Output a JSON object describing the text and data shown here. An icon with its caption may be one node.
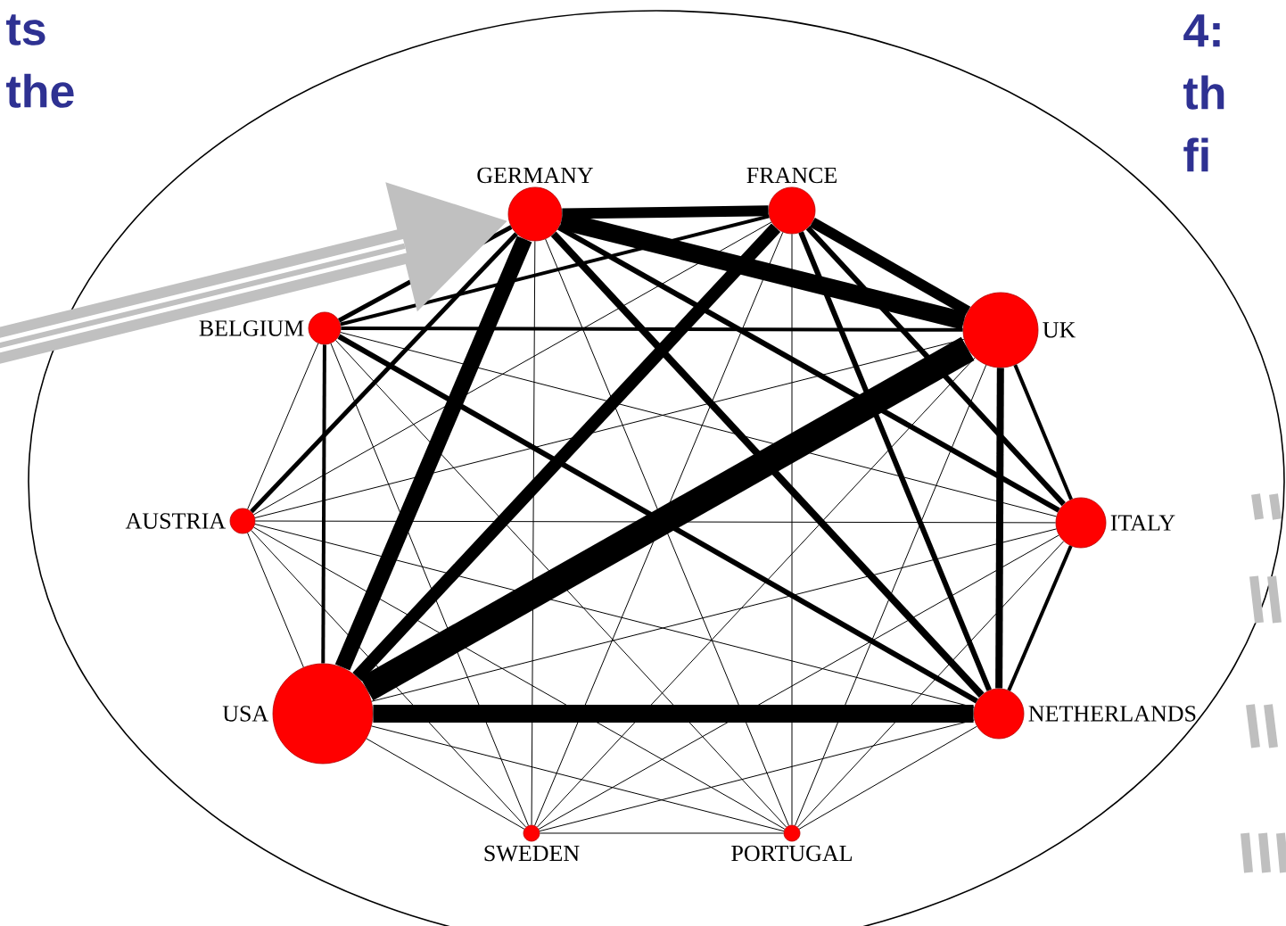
{
  "diagram": {
    "nodes": [
      {
        "text": [
          "GERMANY"
        ]
      },
      {
        "text": [
          "FRANCE"
        ]
      },
      {
        "text": [
          "UK"
        ]
      },
      {
        "text": [
          "ITALY"
        ]
      },
      {
        "text": [
          "NETHERLANDS"
        ]
      },
      {
        "text": [
          "PORTUGAL"
        ]
      },
      {
        "text": [
          "SWEDEN"
        ]
      },
      {
        "text": [
          "USA"
        ]
      },
      {
        "text": [
          "AUSTRIA"
        ]
      },
      {
        "text": [
          "BELGIUM"
        ]
      }
    ],
    "edges": [
      {
        "from": 0,
        "to": 1,
        "arrow": "none",
        "style": "thick"
      },
      {
        "from": 0,
        "to": 2,
        "arrow": "none",
        "style": "thick"
      },
      {
        "from": 0,
        "to": 3,
        "arrow": "none",
        "style": "thick"
      },
      {
        "from": 0,
        "to": 4,
        "arrow": "none",
        "style": "thick"
      },
      {
        "from": 0,
        "to": 5,
        "arrow": "none"
      },
      {
        "from": 0,
        "to": 6,
        "arrow": "none"
      },
      {
        "from": 0,
        "to": 7,
        "arrow": "none",
        "style": "thick"
      },
      {
        "from": 0,
        "to": 8,
        "arrow": "none",
        "style": "thick"
      },
      {
        "from": 0,
        "to": 9,
        "arrow": "none",
        "style": "thick"
      },
      {
        "from": 1,
        "to": 2,
        "arrow": "none",
        "style": "thick"
      },
      {
        "from": 1,
        "to": 3,
        "arrow": "none",
        "style": "thick"
      },
      {
        "from": 1,
        "to": 4,
        "arrow": "none",
        "style": "thick"
      },
      {
        "from": 1,
        "to": 5,
        "arrow": "none"
      },
      {
        "from": 1,
        "to": 6,
        "arrow": "none"
      },
      {
        "from": 1,
        "to": 7,
        "arrow": "none",
        "style": "thick"
      },
      {
        "from": 1,
        "to": 8,
        "arrow": "none"
      },
      {
        "from": 1,
        "to": 9,
        "arrow": "none",
        "style": "thick"
      },
      {
        "from": 2,
        "to": 3,
        "arrow": "none",
        "style": "thick"
      },
      {
        "from": 2,
        "to": 4,
        "arrow": "none",
        "style": "thick"
      },
      {
        "from": 2,
        "to": 5,
        "arrow": "none"
      },
      {
        "from": 2,
        "to": 6,
        "arrow": "none"
      },
      {
        "from": 2,
        "to": 7,
        "arrow": "none",
        "style": "thick"
      },
      {
        "from": 2,
        "to": 8,
        "arrow": "none"
      },
      {
        "from": 2,
        "to": 9,
        "arrow": "none",
        "style": "thick"
      },
      {
        "from": 3,
        "to": 4,
        "arrow": "none",
        "style": "thick"
      },
      {
        "from": 3,
        "to": 5,
        "arrow": "none"
      },
      {
        "from": 3,
        "to": 6,
        "arrow": "none"
      },
      {
        "from": 3,
        "to": 7,
        "arrow": "none"
      },
      {
        "from": 3,
        "to": 8,
        "arrow": "none"
      },
      {
        "from": 3,
        "to": 9,
        "arrow": "none"
      },
      {
        "from": 4,
        "to": 5,
        "arrow": "none"
      },
      {
        "from": 4,
        "to": 6,
        "arrow": "none"
      },
      {
        "from": 4,
        "to": 7,
        "arrow": "none",
        "style": "thick"
      },
      {
        "from": 4,
        "to": 8,
        "arrow": "none"
      },
      {
        "from": 4,
        "to": 9,
        "arrow": "none",
        "style": "thick"
      },
      {
        "from": 5,
        "to": 6,
        "arrow": "none"
      },
      {
        "from": 5,
        "to": 7,
        "arrow": "none"
      },
      {
        "from": 5,
        "to": 8,
        "arrow": "none"
      },
      {
        "from": 5,
        "to": 9,
        "arrow": "none"
      },
      {
        "from": 6,
        "to": 7,
        "arrow": "none"
      },
      {
        "from": 6,
        "to": 8,
        "arrow": "none"
      },
      {
        "from": 6,
        "to": 9,
        "arrow": "none"
      },
      {
        "from": 7,
        "to": 8,
        "arrow": "none"
      },
      {
        "from": 7,
        "to": 9,
        "arrow": "none",
        "style": "thick"
      },
      {
        "from": 8,
        "to": 9,
        "arrow": "none"
      },
      {
        "from": null,
        "to": 0,
        "arrow": "to",
        "style": "thick",
        "color": "#c0c0c0"
      }
    ],
    "labels": [
      "ts the",
      "4: th fi"
    ]
  }
}
